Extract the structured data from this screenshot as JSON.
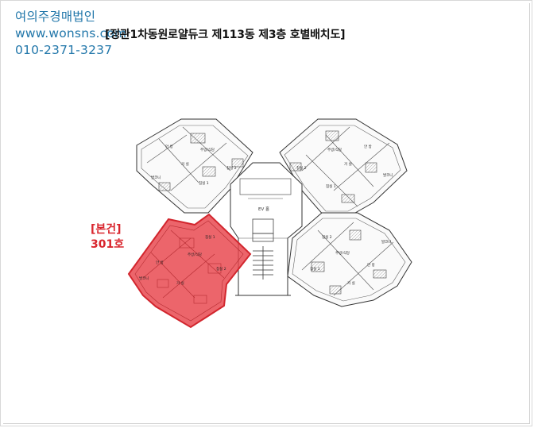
{
  "company": {
    "name": "여의주경매법인",
    "website": "www.wonsns.com",
    "phone": "010-2371-3237"
  },
  "title": "[정관1차동원로얄듀크 제113동 제3층 호별배치도]",
  "subject_unit": {
    "tag": "[본건]",
    "number": "301호",
    "highlight_color": "#e8434a"
  },
  "floor_plan": {
    "core_label": "EV 홀",
    "room_labels": [
      "안 방",
      "거 실",
      "침실 1",
      "침실 2",
      "주방/식당",
      "발코니"
    ]
  }
}
